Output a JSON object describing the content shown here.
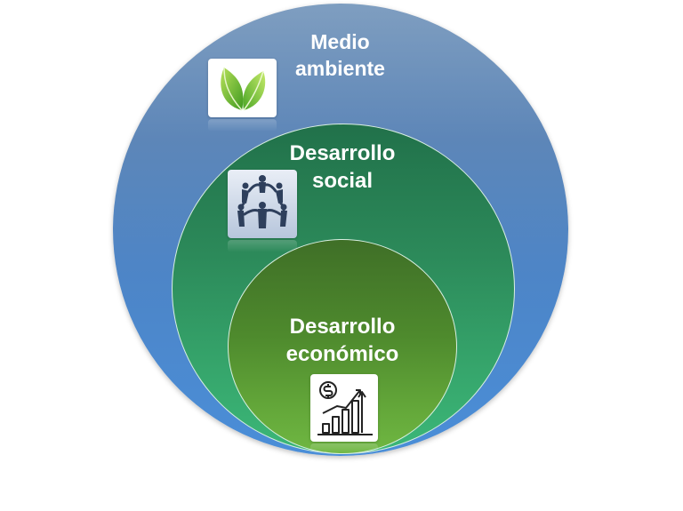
{
  "diagram": {
    "outer": {
      "line1": "Medio",
      "line2": "ambiente",
      "icon": "leaf-icon",
      "color": "#5d86b8"
    },
    "middle": {
      "line1": "Desarrollo",
      "line2": "social",
      "icon": "people-circle-icon",
      "color": "#2c8a5a"
    },
    "inner": {
      "line1": "Desarrollo",
      "line2": "económico",
      "icon": "growth-chart-icon",
      "color": "#4e8a2d"
    }
  }
}
